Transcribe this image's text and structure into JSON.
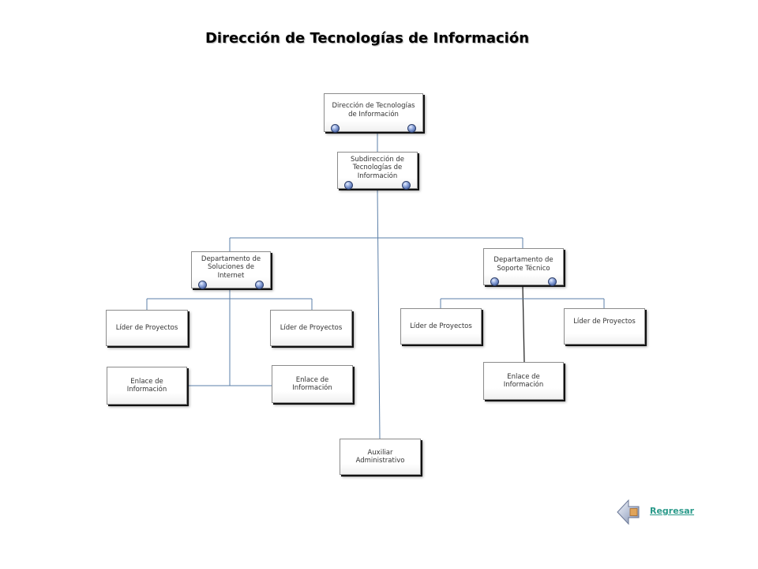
{
  "title": "Dirección de Tecnologías de Información",
  "colors": {
    "connector_blue": "#5b7fa8",
    "connector_dark": "#2b2b2b",
    "knob_blue": "#4b66a8",
    "link_teal": "#2a9a8a"
  },
  "diagram": {
    "nodes": [
      {
        "id": "n1",
        "label": "Dirección de Tecnologías\nde  Información"
      },
      {
        "id": "n2",
        "label": "Subdirección de\nTecnologías de\nInformación"
      },
      {
        "id": "n3",
        "label": "Departamento de\nSoluciones de\nInternet"
      },
      {
        "id": "n4",
        "label": "Departamento de\nSoporte Técnico"
      },
      {
        "id": "n5",
        "label": "Líder de Proyectos"
      },
      {
        "id": "n6",
        "label": "Líder   de Proyectos"
      },
      {
        "id": "n7",
        "label": "Enlace de\nInformación"
      },
      {
        "id": "n8",
        "label": "Enlace de\nInformación"
      },
      {
        "id": "n9",
        "label": "Líder de Proyectos"
      },
      {
        "id": "n10",
        "label": "Líder de Proyectos"
      },
      {
        "id": "n11",
        "label": "Enlace de\nInformación"
      },
      {
        "id": "n12",
        "label": "Auxiliar\nAdministrativo"
      }
    ],
    "edges": [
      {
        "from": "n1",
        "to": "n2"
      },
      {
        "from": "n2",
        "to": "n3"
      },
      {
        "from": "n2",
        "to": "n4"
      },
      {
        "from": "n2",
        "to": "n12"
      },
      {
        "from": "n3",
        "to": "n5"
      },
      {
        "from": "n3",
        "to": "n6"
      },
      {
        "from": "n3",
        "to": "n7"
      },
      {
        "from": "n3",
        "to": "n8"
      },
      {
        "from": "n4",
        "to": "n9"
      },
      {
        "from": "n4",
        "to": "n10"
      },
      {
        "from": "n4",
        "to": "n11"
      }
    ]
  },
  "navigation": {
    "back_label": "Regresar",
    "back_icon": "back-arrow-icon"
  }
}
